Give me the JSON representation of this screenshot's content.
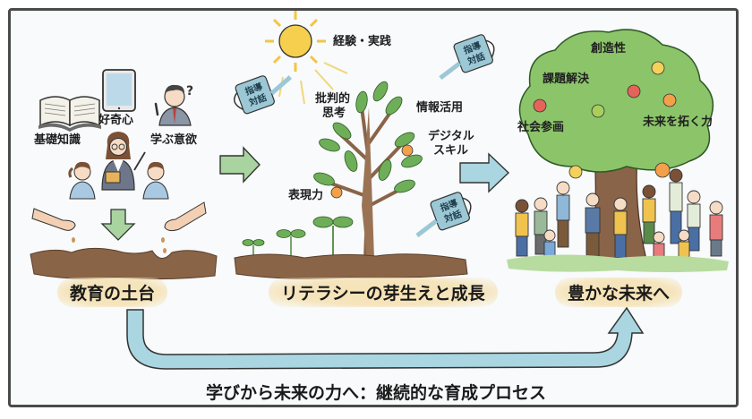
{
  "colors": {
    "frame_border": "#4a4a4a",
    "background": "#f8fafb",
    "badge_fill": "#f5e5bd",
    "soil": "#8a6447",
    "leaf_green": "#6fae58",
    "tree_canopy": "#8cc46a",
    "trunk": "#8a6448",
    "arrow_green": "#a9d4a0",
    "arrow_blue": "#a9d6e0",
    "sun": "#f4c542",
    "watering_can": "#9cc8d6"
  },
  "stage1": {
    "title": "教育の土台",
    "labels": {
      "basic_knowledge": "基礎知識",
      "curiosity": "好奇心",
      "motivation": "学ぶ意欲"
    },
    "icons": [
      "open-book-icon",
      "tablet-icon",
      "thinking-student-icon",
      "teacher-icon",
      "child-icon",
      "seed-hand-icon",
      "down-arrow-icon",
      "soil-icon"
    ],
    "question_mark": "?"
  },
  "stage2": {
    "title": "リテラシーの芽生えと成長",
    "labels": {
      "experience": "経験・実践",
      "critical_thinking_1": "批判的",
      "critical_thinking_2": "思考",
      "info_use": "情報活用",
      "digital_1": "デジタル",
      "digital_2": "スキル",
      "expression": "表現力"
    },
    "watering_can": {
      "line1": "指導",
      "line2": "対話"
    }
  },
  "stage3": {
    "title": "豊かな未来へ",
    "labels": {
      "creativity": "創造性",
      "problem_solving": "課題解決",
      "social_participation": "社会参画",
      "future_power": "未来を拓く力"
    }
  },
  "footer": {
    "caption": "学びから未来の力へ：継続的な育成プロセス"
  }
}
